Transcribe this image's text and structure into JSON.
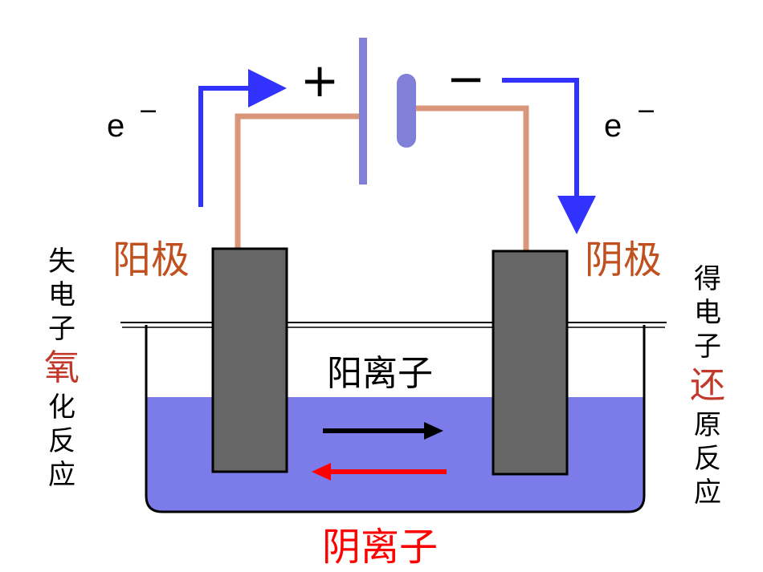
{
  "battery": {
    "positive_sign": "+",
    "negative_sign": "−"
  },
  "electron_labels": {
    "left": "e",
    "right": "e",
    "charge": "−"
  },
  "electrodes": {
    "anode": "阳极",
    "cathode": "阴极"
  },
  "ions": {
    "cation": "阳离子",
    "anion": "阴离子"
  },
  "left_side": {
    "chars_top": [
      "失",
      "电",
      "子"
    ],
    "highlight": "氧",
    "chars_bottom": [
      "化",
      "反",
      "应"
    ]
  },
  "right_side": {
    "chars_top": [
      "得",
      "电",
      "子"
    ],
    "highlight": "还",
    "chars_bottom": [
      "原",
      "反",
      "应"
    ]
  },
  "colors": {
    "electron_arrow": "#3232ff",
    "wire": "#d9967a",
    "electrode": "#666666",
    "electrolyte": "#7b7bea",
    "battery": "#8080d8",
    "cation_arrow": "#000000",
    "anion_arrow": "#ff0000",
    "electrode_label": "#c0501e",
    "anion_label": "#ff0000"
  }
}
